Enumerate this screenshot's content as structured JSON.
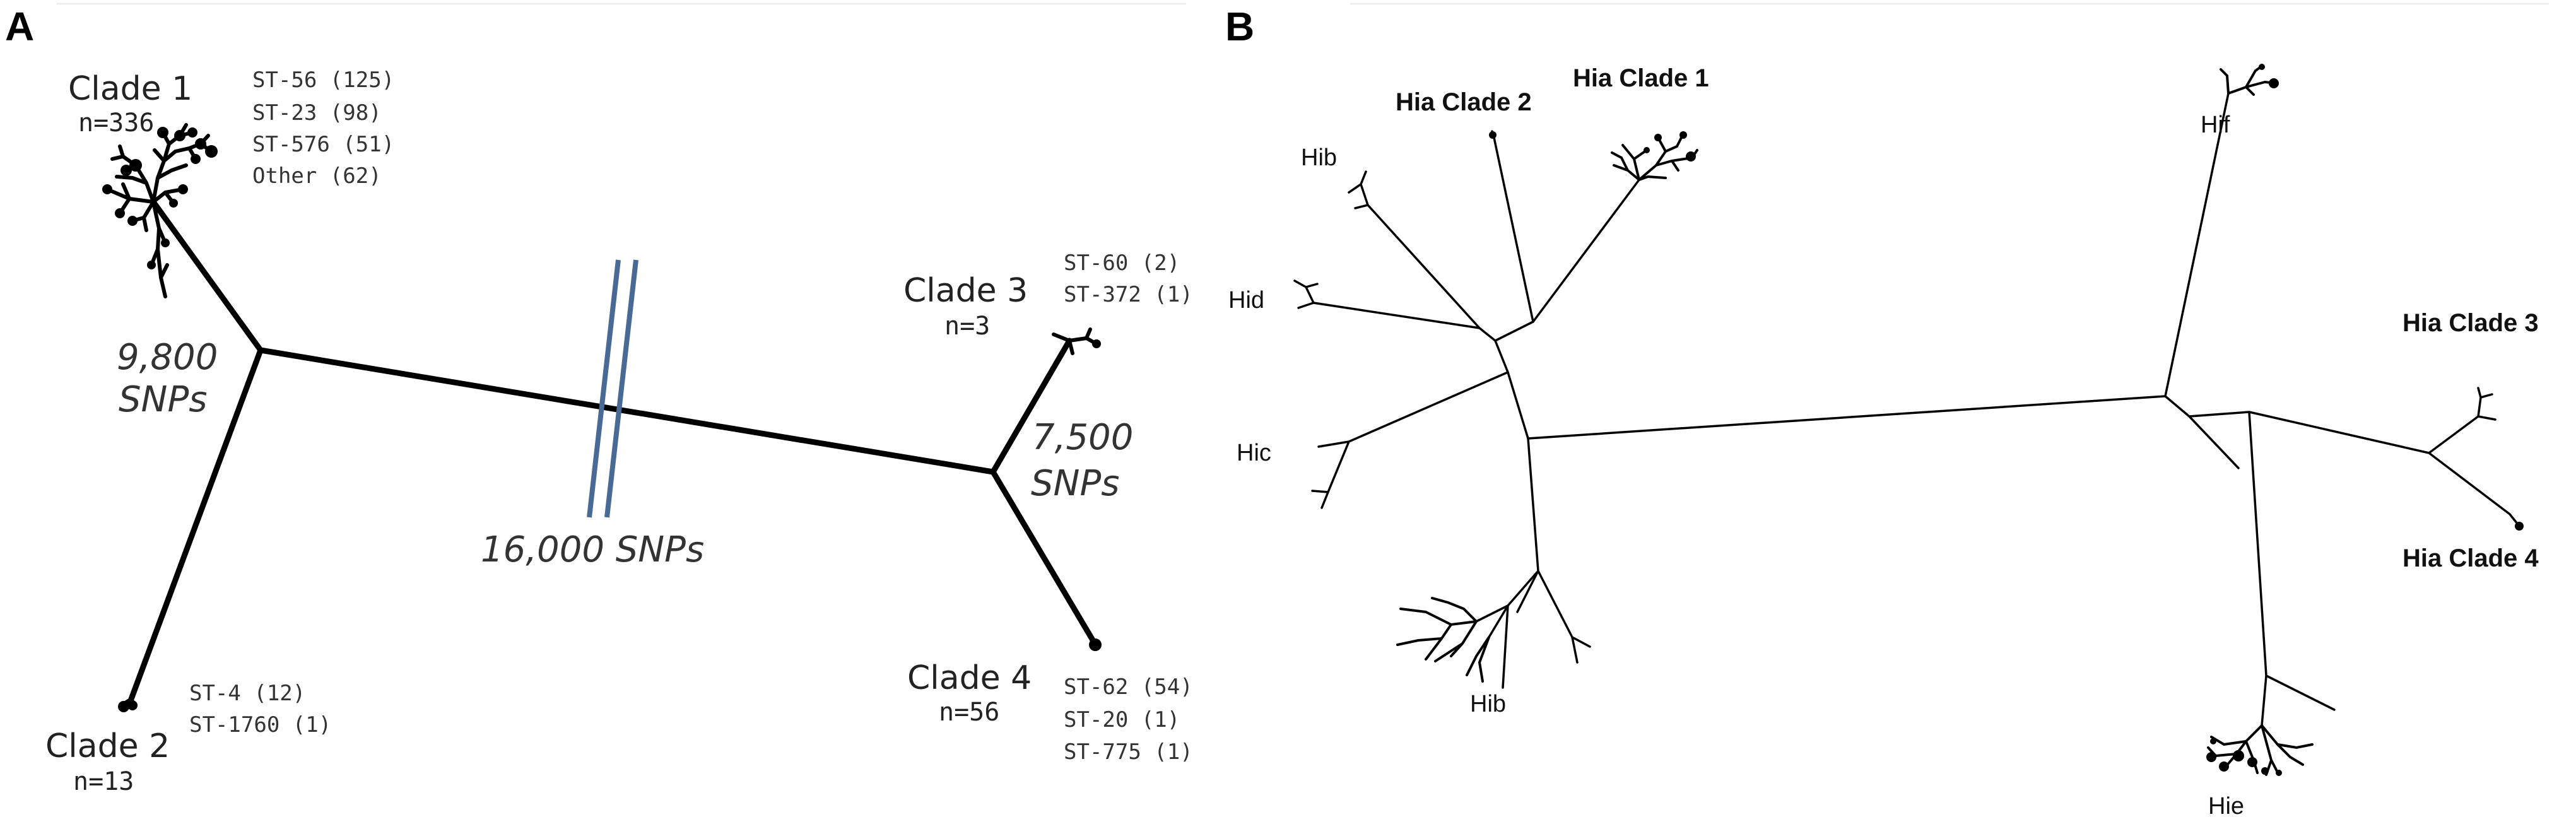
{
  "panels": {
    "a": {
      "letter": "A",
      "clades": {
        "c1": {
          "title": "Clade 1",
          "n": "n=336",
          "st": [
            "ST-56 (125)",
            "ST-23 (98)",
            "ST-576 (51)",
            "Other (62)"
          ]
        },
        "c2": {
          "title": "Clade 2",
          "n": "n=13",
          "st": [
            "ST-4 (12)",
            "ST-1760 (1)"
          ]
        },
        "c3": {
          "title": "Clade 3",
          "n": "n=3",
          "st": [
            "ST-60 (2)",
            "ST-372 (1)"
          ]
        },
        "c4": {
          "title": "Clade 4",
          "n": "n=56",
          "st": [
            "ST-62 (54)",
            "ST-20 (1)",
            "ST-775 (1)"
          ]
        }
      },
      "snps": {
        "left": [
          "9,800",
          "SNPs"
        ],
        "right": [
          "7,500",
          "SNPs"
        ],
        "middle": "16,000 SNPs"
      },
      "break_color": "#4a6a96"
    },
    "b": {
      "letter": "B",
      "labels": {
        "hia_clade_2": "Hia Clade 2",
        "hia_clade_1": "Hia Clade 1",
        "hib_top": "Hib",
        "hid": "Hid",
        "hic": "Hic",
        "hib_bottom": "Hib",
        "hif": "Hif",
        "hia_clade_3": "Hia Clade 3",
        "hia_clade_4": "Hia Clade 4",
        "hie": "Hie"
      }
    }
  }
}
